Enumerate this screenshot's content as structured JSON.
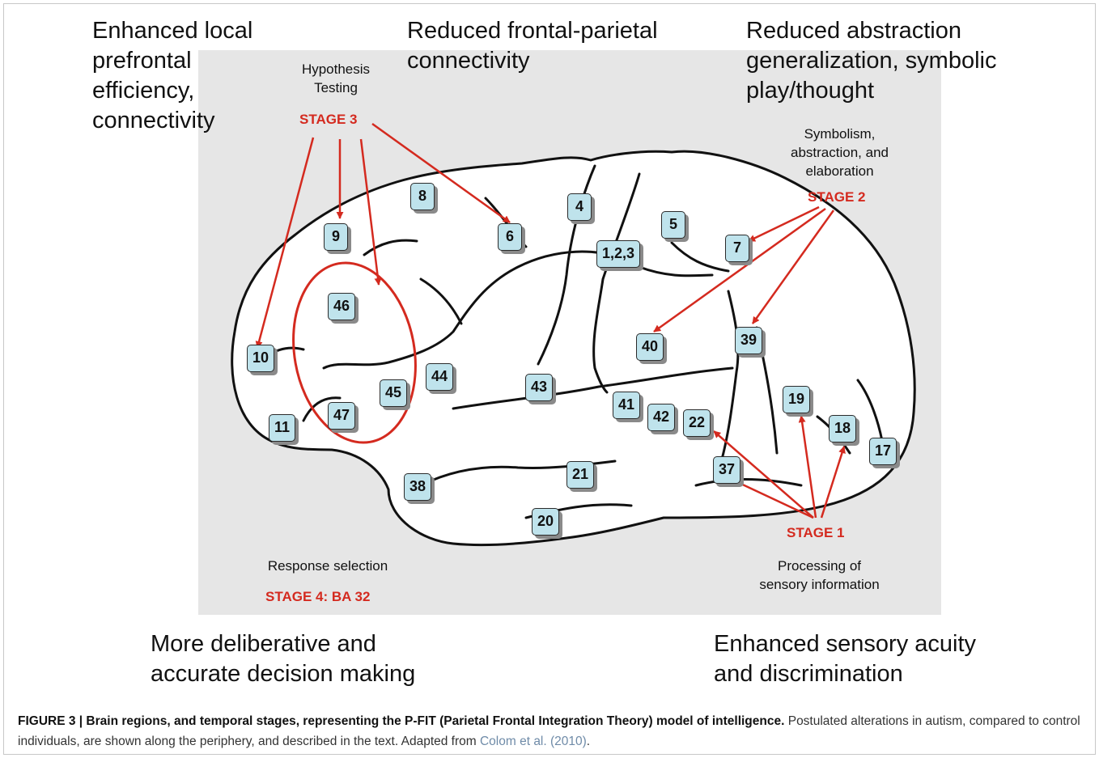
{
  "periphery": {
    "top_left": [
      "Enhanced local",
      "prefrontal",
      "efficiency,",
      "connectivity"
    ],
    "top_middle": [
      "Reduced frontal-parietal",
      "connectivity"
    ],
    "top_right": [
      "Reduced abstraction",
      "generalization, symbolic",
      "play/thought"
    ],
    "bottom_left": [
      "More deliberative and",
      "accurate decision making"
    ],
    "bottom_right": [
      "Enhanced sensory acuity",
      "and discrimination"
    ]
  },
  "labels": {
    "hypothesis": [
      "Hypothesis",
      "Testing"
    ],
    "symbolism": [
      "Symbolism,",
      "abstraction, and",
      "elaboration"
    ],
    "response": "Response selection",
    "processing": [
      "Processing of",
      "sensory information"
    ]
  },
  "stages": {
    "stage1": "STAGE 1",
    "stage2": "STAGE 2",
    "stage3": "STAGE 3",
    "stage4": "STAGE 4: BA 32"
  },
  "brodmann_areas": [
    "8",
    "9",
    "6",
    "4",
    "5",
    "1,2,3",
    "7",
    "46",
    "10",
    "40",
    "39",
    "44",
    "43",
    "45",
    "47",
    "11",
    "41",
    "42",
    "22",
    "19",
    "18",
    "17",
    "37",
    "21",
    "38",
    "20"
  ],
  "caption": {
    "bold": "FIGURE 3 | Brain regions, and temporal stages, representing the P-FIT (Parietal Frontal Integration Theory) model of intelligence.",
    "text": " Postulated alterations in autism, compared to control individuals, are shown along the periphery, and described in the text. Adapted from ",
    "ref": "Colom et al. (2010)",
    "end": "."
  },
  "colors": {
    "accent_red": "#d42a1f",
    "box_fill": "#bfe3ec",
    "panel_bg": "#e6e6e6"
  }
}
